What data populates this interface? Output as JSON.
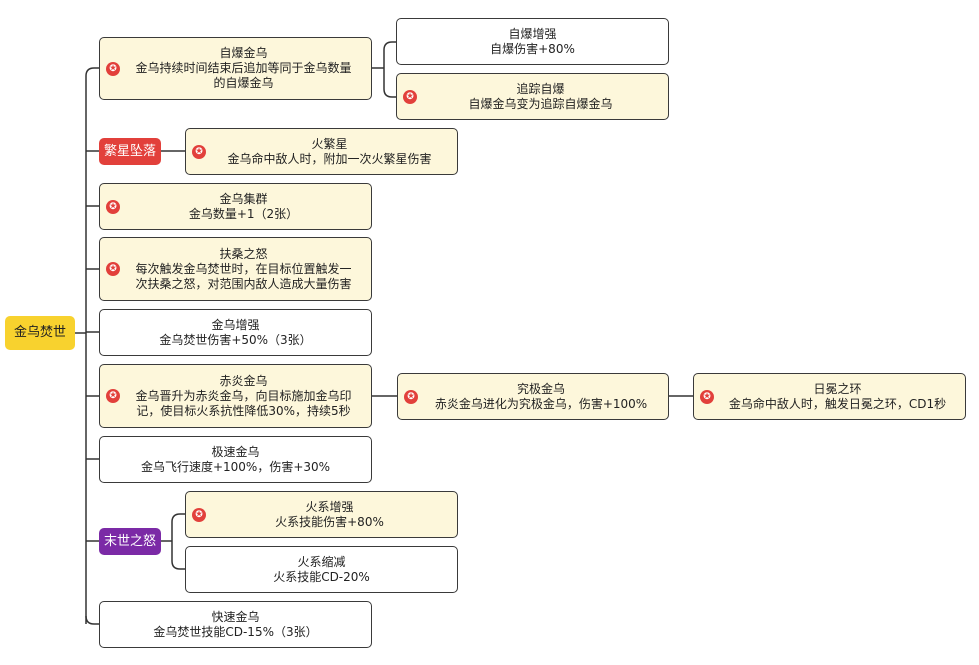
{
  "colors": {
    "root_fill": "#f8d22e",
    "highlight_fill": "#fdf7db",
    "star": "#e2403b",
    "tag_red": "#e2403b",
    "tag_purple": "#7b2aa6",
    "line": "#333333"
  },
  "star_glyph": "✪",
  "root": {
    "label": "金乌焚世"
  },
  "tags": {
    "fanxing": "繁星坠落",
    "moshi": "末世之怒"
  },
  "nodes": {
    "zibao": {
      "title": "自爆金乌",
      "l1": "金乌持续时间结束后追加等同于金乌数量",
      "l2": "的自爆金乌"
    },
    "zibao_zengqiang": {
      "title": "自爆增强",
      "desc": "自爆伤害+80%"
    },
    "zhuizong": {
      "title": "追踪自爆",
      "desc": "自爆金乌变为追踪自爆金乌"
    },
    "huofanxing": {
      "title": "火繁星",
      "desc": "金乌命中敌人时，附加一次火繁星伤害"
    },
    "jiqun": {
      "title": "金乌集群",
      "desc": "金乌数量+1（2张）"
    },
    "fusang": {
      "title": "扶桑之怒",
      "l1": "每次触发金乌焚世时，在目标位置触发一",
      "l2": "次扶桑之怒，对范围内敌人造成大量伤害"
    },
    "zengqiang": {
      "title": "金乌增强",
      "desc": "金乌焚世伤害+50%（3张）"
    },
    "chiyan": {
      "title": "赤炎金乌",
      "l1": "金乌晋升为赤炎金乌，向目标施加金乌印",
      "l2": "记，使目标火系抗性降低30%，持续5秒"
    },
    "jiuji": {
      "title": "究极金乌",
      "desc": "赤炎金乌进化为究极金乌，伤害+100%"
    },
    "riyun": {
      "title": "日冕之环",
      "desc": "金乌命中敌人时，触发日冕之环，CD1秒"
    },
    "jisu": {
      "title": "极速金乌",
      "desc": "金乌飞行速度+100%，伤害+30%"
    },
    "huoxi_zengqiang": {
      "title": "火系增强",
      "desc": "火系技能伤害+80%"
    },
    "huoxi_suojian": {
      "title": "火系缩减",
      "desc": "火系技能CD-20%"
    },
    "kuaisu": {
      "title": "快速金乌",
      "desc": "金乌焚世技能CD-15%（3张）"
    }
  }
}
